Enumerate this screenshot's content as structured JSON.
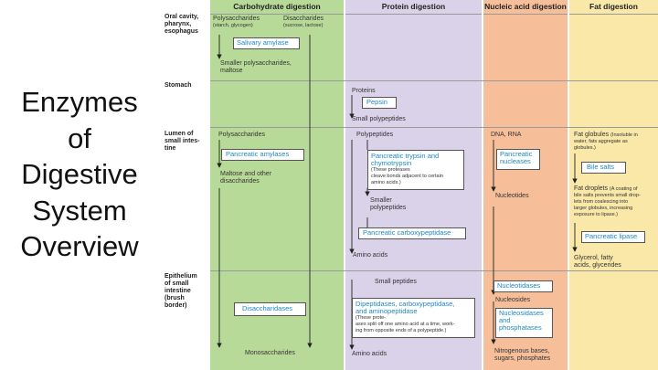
{
  "slide": {
    "title_lines": [
      "Enzymes",
      "of",
      "Digestive",
      "System",
      "Overview"
    ]
  },
  "colors": {
    "carbohydrate": "#b8da98",
    "protein": "#dad2e8",
    "nucleic": "#f6bf9a",
    "fat": "#f9e8a8",
    "enzyme_text": "#1b88c6"
  },
  "columns": {
    "carbohydrate": "Carbohydrate digestion",
    "protein": "Protein digestion",
    "nucleic": "Nucleic acid digestion",
    "fat": "Fat digestion"
  },
  "rows": {
    "oral": [
      "Oral cavity,",
      "pharynx,",
      "esophagus"
    ],
    "stomach": [
      "Stomach"
    ],
    "lumen": [
      "Lumen of",
      "small intes-",
      "tine"
    ],
    "epithelium": [
      "Epithelium",
      "of small",
      "intestine",
      "(brush",
      "border)"
    ]
  },
  "carb": {
    "polysaccharides": "Polysaccharides",
    "polysaccharides_sub": "(starch, glycogen)",
    "disaccharides": "Disaccharides",
    "disaccharides_sub": "(sucrose, lactose)",
    "salivary_amylase": "Salivary amylase",
    "smaller_polys": [
      "Smaller polysaccharides,",
      "maltose"
    ],
    "polysaccharides_lumen": "Polysaccharides",
    "pancreatic_amylases": "Pancreatic amylases",
    "maltose_other": [
      "Maltose and other",
      "disaccharides"
    ],
    "disaccharidases": "Disaccharidases",
    "monosaccharides": "Monosaccharides"
  },
  "protein": {
    "proteins": "Proteins",
    "pepsin": "Pepsin",
    "small_polypeptides": "Small polypeptides",
    "polypeptides": "Polypeptides",
    "trypsin": [
      "Pancreatic trypsin and",
      "chymotrypsin"
    ],
    "trypsin_note": [
      "(These proteases",
      "cleave bonds adjacent to certain",
      "amino acids.)"
    ],
    "smaller_polypeptides": [
      "Smaller",
      "polypeptides"
    ],
    "carboxypeptidase": "Pancreatic carboxypeptidase",
    "amino_acids": "Amino acids",
    "small_peptides": "Small peptides",
    "dipeptidases": [
      "Dipeptidases, carboxypeptidase,",
      "and aminopeptidase"
    ],
    "dipeptidases_note": [
      "(These prote-",
      "ases split off one amino acid at a time, work-",
      "ing from opposite ends of a polypeptide.)"
    ],
    "amino_acids_final": "Amino acids"
  },
  "nucleic": {
    "dna_rna": "DNA, RNA",
    "nucleases": [
      "Pancreatic",
      "nucleases"
    ],
    "nucleotides": "Nucleotides",
    "nucleotidases": "Nucleotidases",
    "nucleosides": "Nucleosides",
    "nucleosidases": [
      "Nucleosidases",
      "and",
      "phosphatases"
    ],
    "final": [
      "Nitrogenous bases,",
      "sugars, phosphates"
    ]
  },
  "fat": {
    "globules": "Fat globules",
    "globules_note": [
      "(Insoluble in",
      "water, fats aggregate as",
      "globules.)"
    ],
    "bile_salts": "Bile salts",
    "droplets": "Fat droplets",
    "droplets_note": [
      "(A coating of",
      "bile salts prevents small drop-",
      "lets from coalescing into",
      "larger globules, increasing",
      "exposure to lipase.)"
    ],
    "lipase": "Pancreatic lipase",
    "products": [
      "Glycerol, fatty",
      "acids, glycerides"
    ]
  }
}
